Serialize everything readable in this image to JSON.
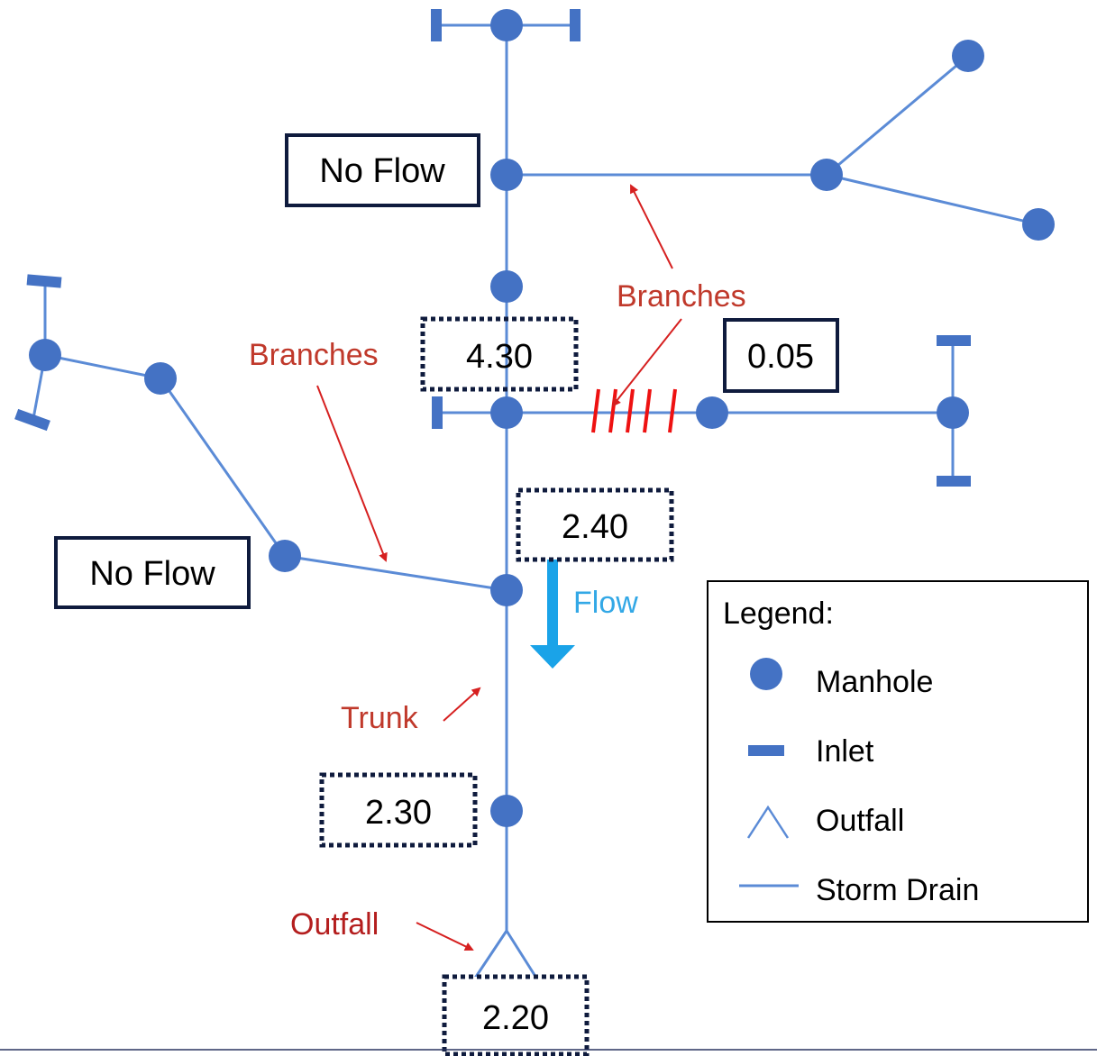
{
  "colors": {
    "pipe": "#5b8bd6",
    "manhole": "#4472c4",
    "annotation": "#c0392b",
    "flow": "#1aa3e8",
    "box_border": "#0f1b3d",
    "blockage": "#ee1111"
  },
  "boxes": {
    "top_no_flow": "No Flow",
    "left_no_flow": "No Flow",
    "value_junction": "4.30",
    "value_branch_right": "0.05",
    "value_trunk_upper": "2.40",
    "value_trunk_lower": "2.30",
    "value_outfall": "2.20"
  },
  "annotations": {
    "branches_left": "Branches",
    "branches_right": "Branches",
    "trunk": "Trunk",
    "outfall": "Outfall",
    "flow": "Flow"
  },
  "legend": {
    "title": "Legend:",
    "items": [
      {
        "label": "Manhole",
        "icon": "manhole-icon"
      },
      {
        "label": "Inlet",
        "icon": "inlet-icon"
      },
      {
        "label": "Outfall",
        "icon": "outfall-icon"
      },
      {
        "label": "Storm Drain",
        "icon": "storm-drain-icon"
      }
    ]
  }
}
